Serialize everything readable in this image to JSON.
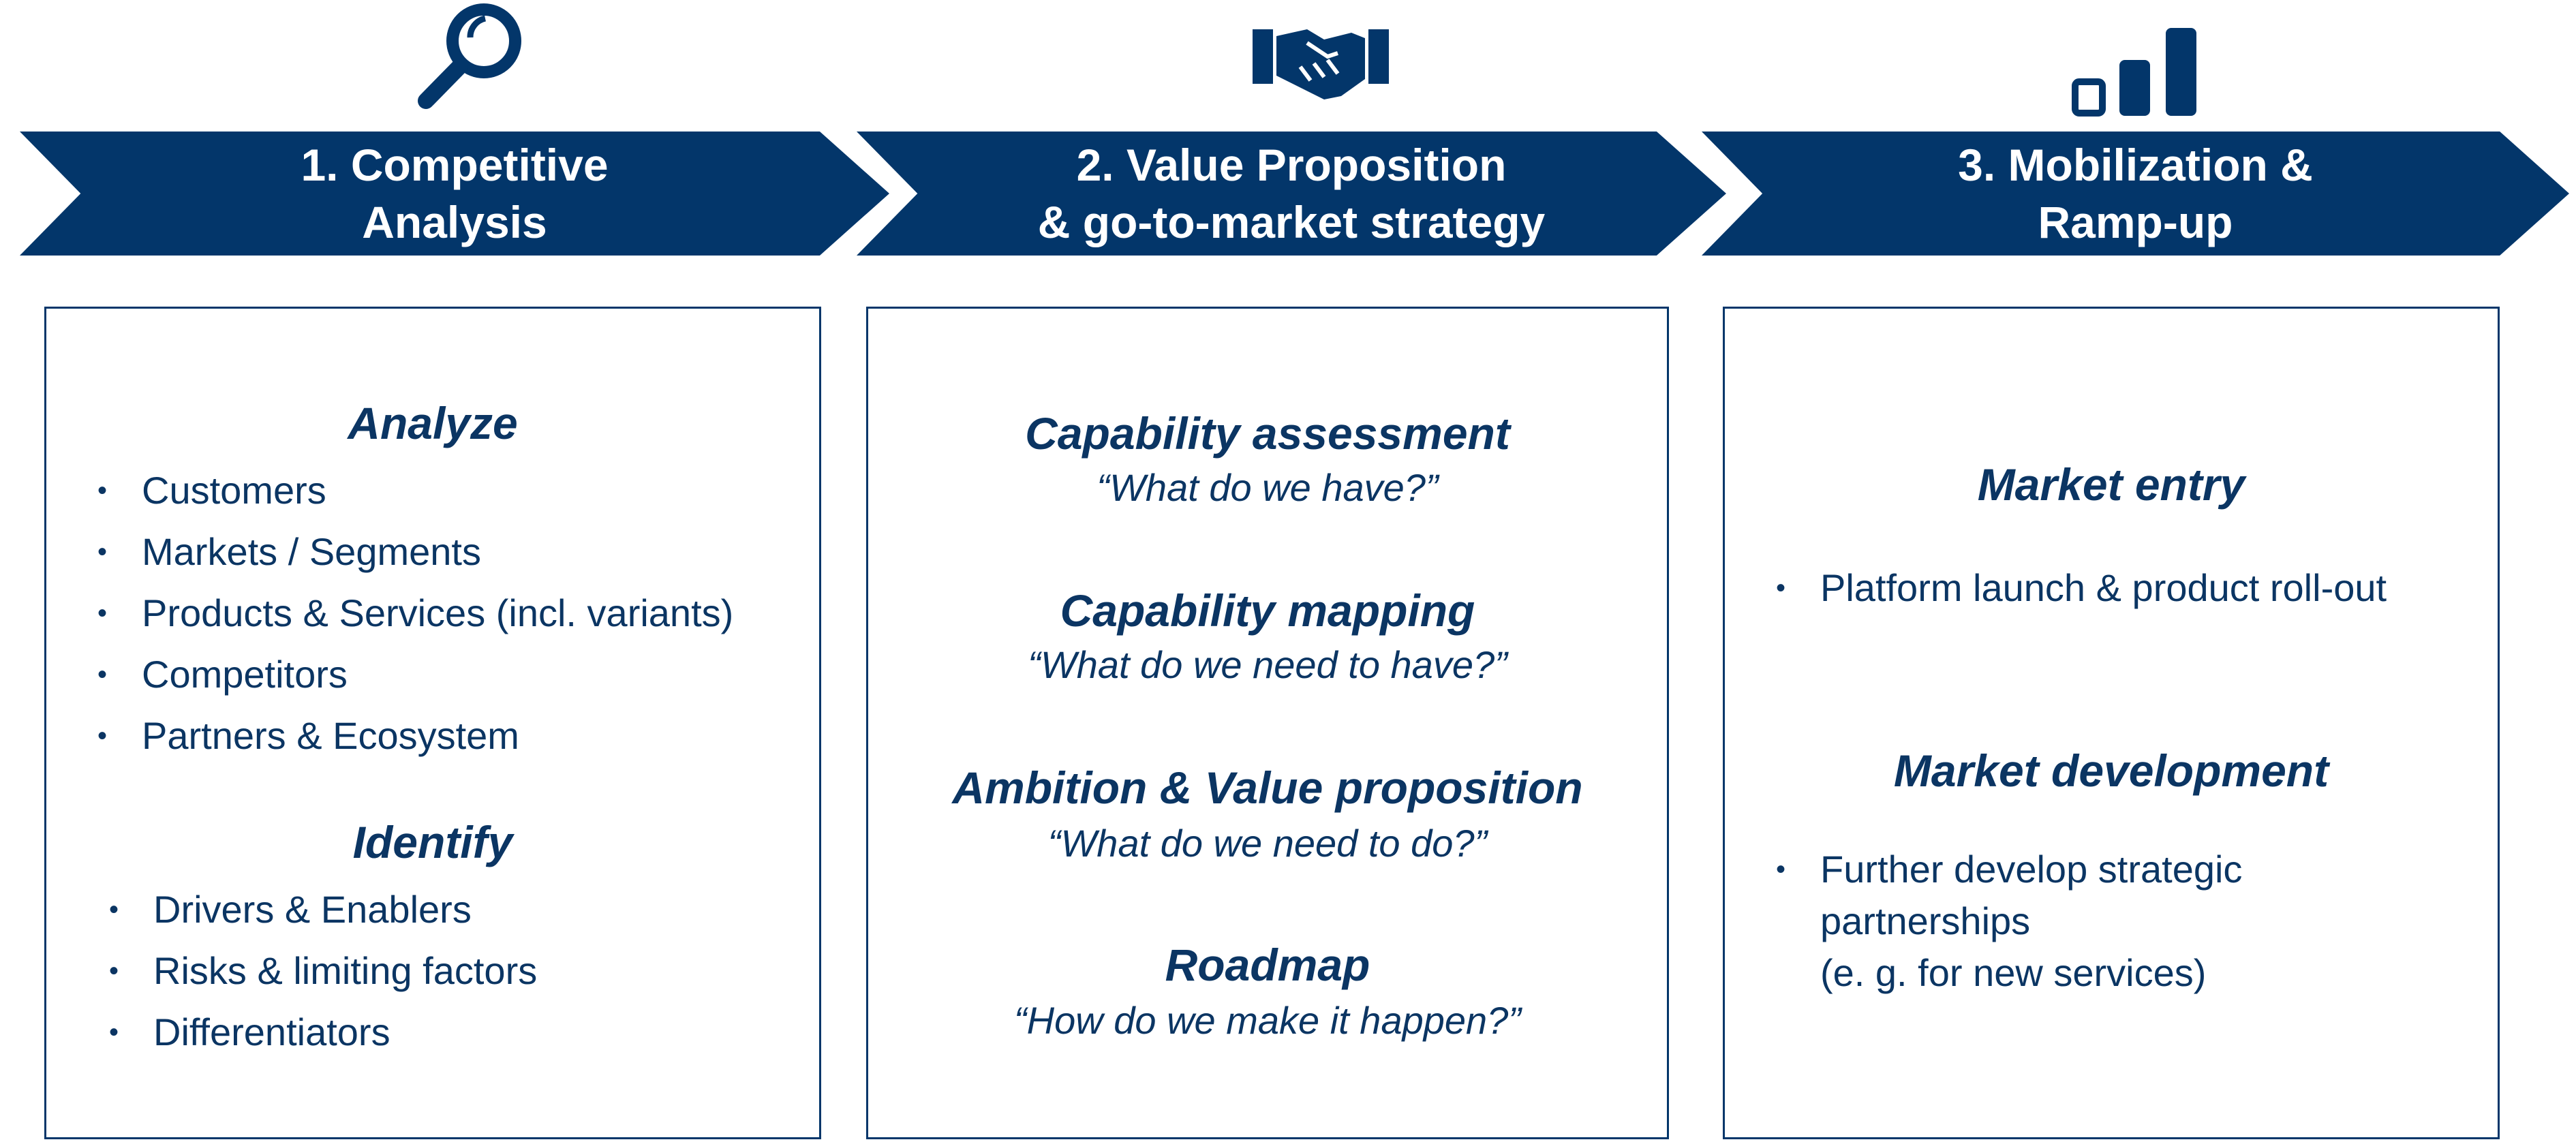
{
  "colors": {
    "primary": "#03366a"
  },
  "steps": [
    {
      "icon": "magnifier-icon",
      "line1": "1. Competitive",
      "line2": "Analysis"
    },
    {
      "icon": "handshake-icon",
      "line1": "2. Value Proposition",
      "line2": "& go-to-market strategy"
    },
    {
      "icon": "bar-chart-icon",
      "line1": "3. Mobilization &",
      "line2": "Ramp-up"
    }
  ],
  "box1": {
    "analyze": "Analyze",
    "analyze_items": [
      "Customers",
      "Markets / Segments",
      "Products & Services (incl. variants)",
      "Competitors",
      "Partners & Ecosystem"
    ],
    "identify": "Identify",
    "identify_items": [
      "Drivers & Enablers",
      "Risks & limiting factors",
      "Differentiators"
    ]
  },
  "box2": {
    "sections": [
      {
        "title": "Capability assessment",
        "question": "“What do we have?”"
      },
      {
        "title": "Capability mapping",
        "question": "“What do we need to have?”"
      },
      {
        "title": "Ambition & Value proposition",
        "question": "“What do we need to do?”"
      },
      {
        "title": "Roadmap",
        "question": "“How do we make it happen?”"
      }
    ]
  },
  "box3": {
    "entry": "Market entry",
    "entry_items": [
      "Platform launch & product roll-out"
    ],
    "development": "Market development",
    "development_lines": [
      "Further develop strategic",
      "partnerships",
      "(e. g. for new services)"
    ]
  }
}
